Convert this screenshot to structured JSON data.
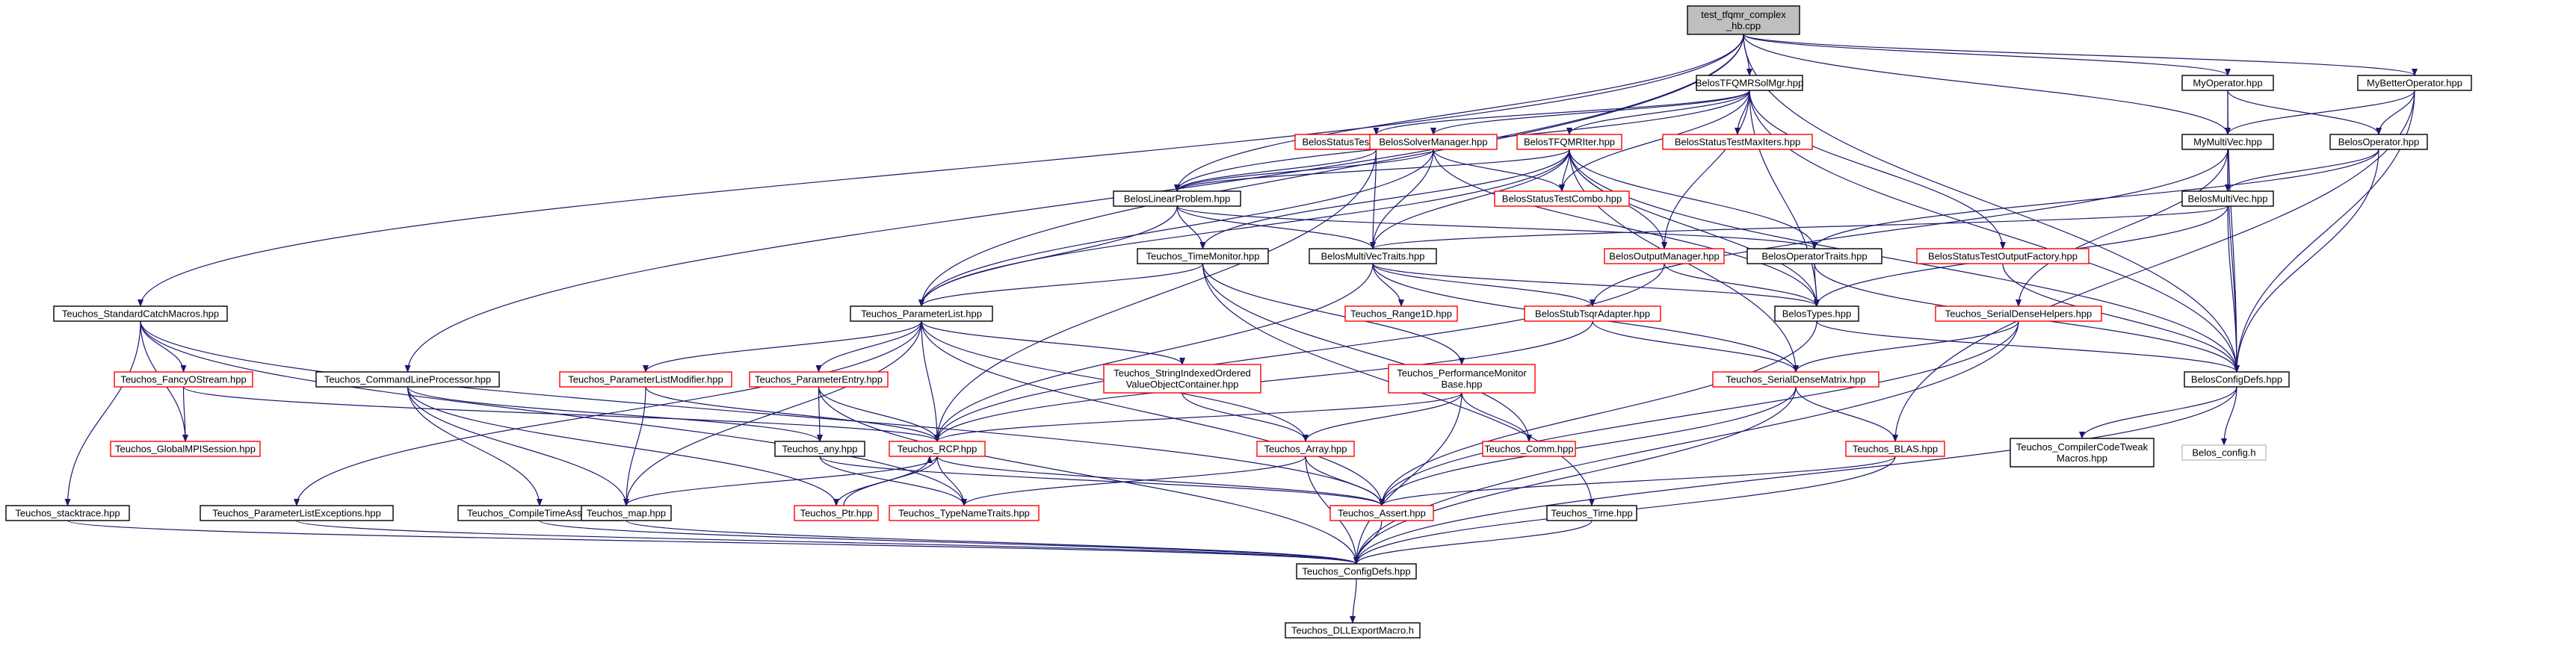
{
  "colors": {
    "edge": "#191970",
    "normal_border": "#000000",
    "linked_border": "#ff0000",
    "external_border": "#bfbfbf",
    "root_fill": "#bfbfbf",
    "fill": "#ffffff"
  },
  "nodes": [
    {
      "id": "root",
      "lines": [
        "test_tfqmr_complex",
        "_hb.cpp"
      ],
      "kind": "root"
    },
    {
      "id": "solmgr",
      "lines": [
        "BelosTFQMRSolMgr.hpp"
      ],
      "kind": "normal"
    },
    {
      "id": "myop",
      "lines": [
        "MyOperator.hpp"
      ],
      "kind": "normal"
    },
    {
      "id": "mybetter",
      "lines": [
        "MyBetterOperator.hpp"
      ],
      "kind": "normal"
    },
    {
      "id": "genres",
      "lines": [
        "BelosStatusTestGenResNorm.hpp"
      ],
      "kind": "linked"
    },
    {
      "id": "solvermgr",
      "lines": [
        "BelosSolverManager.hpp"
      ],
      "kind": "linked"
    },
    {
      "id": "tfqmriter",
      "lines": [
        "BelosTFQMRIter.hpp"
      ],
      "kind": "linked"
    },
    {
      "id": "maxiters",
      "lines": [
        "BelosStatusTestMaxIters.hpp"
      ],
      "kind": "linked"
    },
    {
      "id": "mymultivec",
      "lines": [
        "MyMultiVec.hpp"
      ],
      "kind": "normal"
    },
    {
      "id": "belosop",
      "lines": [
        "BelosOperator.hpp"
      ],
      "kind": "normal"
    },
    {
      "id": "linprob",
      "lines": [
        "BelosLinearProblem.hpp"
      ],
      "kind": "normal"
    },
    {
      "id": "combo",
      "lines": [
        "BelosStatusTestCombo.hpp"
      ],
      "kind": "linked"
    },
    {
      "id": "belosmv",
      "lines": [
        "BelosMultiVec.hpp"
      ],
      "kind": "normal"
    },
    {
      "id": "timemon",
      "lines": [
        "Teuchos_TimeMonitor.hpp"
      ],
      "kind": "normal"
    },
    {
      "id": "mvtraits",
      "lines": [
        "BelosMultiVecTraits.hpp"
      ],
      "kind": "normal"
    },
    {
      "id": "outmgr",
      "lines": [
        "BelosOutputManager.hpp"
      ],
      "kind": "linked"
    },
    {
      "id": "optraits",
      "lines": [
        "BelosOperatorTraits.hpp"
      ],
      "kind": "normal"
    },
    {
      "id": "outfactory",
      "lines": [
        "BelosStatusTestOutputFactory.hpp"
      ],
      "kind": "linked"
    },
    {
      "id": "stdcatch",
      "lines": [
        "Teuchos_StandardCatchMacros.hpp"
      ],
      "kind": "normal"
    },
    {
      "id": "paramlist",
      "lines": [
        "Teuchos_ParameterList.hpp"
      ],
      "kind": "normal"
    },
    {
      "id": "range1d",
      "lines": [
        "Teuchos_Range1D.hpp"
      ],
      "kind": "linked"
    },
    {
      "id": "stubtsqr",
      "lines": [
        "BelosStubTsqrAdapter.hpp"
      ],
      "kind": "linked"
    },
    {
      "id": "belostypes",
      "lines": [
        "BelosTypes.hpp"
      ],
      "kind": "normal"
    },
    {
      "id": "sdhelpers",
      "lines": [
        "Teuchos_SerialDenseHelpers.hpp"
      ],
      "kind": "linked"
    },
    {
      "id": "fancy",
      "lines": [
        "Teuchos_FancyOStream.hpp"
      ],
      "kind": "linked"
    },
    {
      "id": "cmdline",
      "lines": [
        "Teuchos_CommandLineProcessor.hpp"
      ],
      "kind": "normal"
    },
    {
      "id": "plmod",
      "lines": [
        "Teuchos_ParameterListModifier.hpp"
      ],
      "kind": "linked"
    },
    {
      "id": "pentry",
      "lines": [
        "Teuchos_ParameterEntry.hpp"
      ],
      "kind": "linked"
    },
    {
      "id": "strindexed",
      "lines": [
        "Teuchos_StringIndexedOrdered",
        "ValueObjectContainer.hpp"
      ],
      "kind": "linked"
    },
    {
      "id": "perfmon",
      "lines": [
        "Teuchos_PerformanceMonitor",
        "Base.hpp"
      ],
      "kind": "linked"
    },
    {
      "id": "sdmatrix",
      "lines": [
        "Teuchos_SerialDenseMatrix.hpp"
      ],
      "kind": "linked"
    },
    {
      "id": "belosconfig",
      "lines": [
        "BelosConfigDefs.hpp"
      ],
      "kind": "normal"
    },
    {
      "id": "globalmpi",
      "lines": [
        "Teuchos_GlobalMPISession.hpp"
      ],
      "kind": "linked"
    },
    {
      "id": "anyhpp",
      "lines": [
        "Teuchos_any.hpp"
      ],
      "kind": "normal"
    },
    {
      "id": "rcp",
      "lines": [
        "Teuchos_RCP.hpp"
      ],
      "kind": "linked"
    },
    {
      "id": "array",
      "lines": [
        "Teuchos_Array.hpp"
      ],
      "kind": "linked"
    },
    {
      "id": "comm",
      "lines": [
        "Teuchos_Comm.hpp"
      ],
      "kind": "linked"
    },
    {
      "id": "blas",
      "lines": [
        "Teuchos_BLAS.hpp"
      ],
      "kind": "linked"
    },
    {
      "id": "cctweak",
      "lines": [
        "Teuchos_CompilerCodeTweak",
        "Macros.hpp"
      ],
      "kind": "normal"
    },
    {
      "id": "belosconfigh",
      "lines": [
        "Belos_config.h"
      ],
      "kind": "external"
    },
    {
      "id": "stacktrace",
      "lines": [
        "Teuchos_stacktrace.hpp"
      ],
      "kind": "normal"
    },
    {
      "id": "plexc",
      "lines": [
        "Teuchos_ParameterListExceptions.hpp"
      ],
      "kind": "normal"
    },
    {
      "id": "ctassert",
      "lines": [
        "Teuchos_CompileTimeAssert.hpp"
      ],
      "kind": "normal"
    },
    {
      "id": "maphpp",
      "lines": [
        "Teuchos_map.hpp"
      ],
      "kind": "normal"
    },
    {
      "id": "ptr",
      "lines": [
        "Teuchos_Ptr.hpp"
      ],
      "kind": "linked"
    },
    {
      "id": "typename",
      "lines": [
        "Teuchos_TypeNameTraits.hpp"
      ],
      "kind": "linked"
    },
    {
      "id": "assert",
      "lines": [
        "Teuchos_Assert.hpp"
      ],
      "kind": "linked"
    },
    {
      "id": "time",
      "lines": [
        "Teuchos_Time.hpp"
      ],
      "kind": "normal"
    },
    {
      "id": "tconfig",
      "lines": [
        "Teuchos_ConfigDefs.hpp"
      ],
      "kind": "normal"
    },
    {
      "id": "dllexport",
      "lines": [
        "Teuchos_DLLExportMacro.h"
      ],
      "kind": "normal"
    }
  ],
  "edges": [
    [
      "root",
      "solmgr"
    ],
    [
      "root",
      "myop"
    ],
    [
      "root",
      "mybetter"
    ],
    [
      "root",
      "linprob"
    ],
    [
      "root",
      "paramlist"
    ],
    [
      "root",
      "stdcatch"
    ],
    [
      "root",
      "cmdline"
    ],
    [
      "root",
      "mymultivec"
    ],
    [
      "root",
      "belosconfig"
    ],
    [
      "solmgr",
      "genres"
    ],
    [
      "solmgr",
      "solvermgr"
    ],
    [
      "solmgr",
      "tfqmriter"
    ],
    [
      "solmgr",
      "maxiters"
    ],
    [
      "solmgr",
      "linprob"
    ],
    [
      "solmgr",
      "combo"
    ],
    [
      "solmgr",
      "outfactory"
    ],
    [
      "solmgr",
      "outmgr"
    ],
    [
      "solmgr",
      "belostypes"
    ],
    [
      "solmgr",
      "belosconfig"
    ],
    [
      "myop",
      "mymultivec"
    ],
    [
      "myop",
      "belosop"
    ],
    [
      "myop",
      "belosconfig"
    ],
    [
      "mybetter",
      "mymultivec"
    ],
    [
      "mybetter",
      "belosop"
    ],
    [
      "mybetter",
      "belosconfig"
    ],
    [
      "mybetter",
      "blas"
    ],
    [
      "genres",
      "linprob"
    ],
    [
      "genres",
      "mvtraits"
    ],
    [
      "genres",
      "rcp"
    ],
    [
      "solvermgr",
      "linprob"
    ],
    [
      "solvermgr",
      "combo"
    ],
    [
      "solvermgr",
      "paramlist"
    ],
    [
      "solvermgr",
      "belostypes"
    ],
    [
      "solvermgr",
      "mvtraits"
    ],
    [
      "tfqmriter",
      "linprob"
    ],
    [
      "tfqmriter",
      "combo"
    ],
    [
      "tfqmriter",
      "mvtraits"
    ],
    [
      "tfqmriter",
      "outmgr"
    ],
    [
      "tfqmriter",
      "optraits"
    ],
    [
      "tfqmriter",
      "paramlist"
    ],
    [
      "tfqmriter",
      "timemon"
    ],
    [
      "tfqmriter",
      "belostypes"
    ],
    [
      "tfqmriter",
      "sdmatrix"
    ],
    [
      "tfqmriter",
      "belosconfig"
    ],
    [
      "mymultivec",
      "belosmv"
    ],
    [
      "mymultivec",
      "sdhelpers"
    ],
    [
      "mymultivec",
      "belosconfig"
    ],
    [
      "mymultivec",
      "stubtsqr"
    ],
    [
      "belosop",
      "belosmv"
    ],
    [
      "belosop",
      "optraits"
    ],
    [
      "belosop",
      "belosconfig"
    ],
    [
      "linprob",
      "mvtraits"
    ],
    [
      "linprob",
      "optraits"
    ],
    [
      "linprob",
      "timemon"
    ],
    [
      "linprob",
      "paramlist"
    ],
    [
      "belosmv",
      "mvtraits"
    ],
    [
      "belosmv",
      "belostypes"
    ],
    [
      "belosmv",
      "belosconfig"
    ],
    [
      "timemon",
      "paramlist"
    ],
    [
      "timemon",
      "perfmon"
    ],
    [
      "timemon",
      "time"
    ],
    [
      "timemon",
      "comm"
    ],
    [
      "mvtraits",
      "belostypes"
    ],
    [
      "mvtraits",
      "range1d"
    ],
    [
      "mvtraits",
      "stubtsqr"
    ],
    [
      "mvtraits",
      "sdmatrix"
    ],
    [
      "mvtraits",
      "rcp"
    ],
    [
      "outmgr",
      "belostypes"
    ],
    [
      "outmgr",
      "rcp"
    ],
    [
      "optraits",
      "belostypes"
    ],
    [
      "optraits",
      "belosconfig"
    ],
    [
      "outfactory",
      "belosconfig"
    ],
    [
      "stdcatch",
      "fancy"
    ],
    [
      "stdcatch",
      "globalmpi"
    ],
    [
      "stdcatch",
      "stacktrace"
    ],
    [
      "stdcatch",
      "typename"
    ],
    [
      "stdcatch",
      "assert"
    ],
    [
      "paramlist",
      "plmod"
    ],
    [
      "paramlist",
      "pentry"
    ],
    [
      "paramlist",
      "strindexed"
    ],
    [
      "paramlist",
      "rcp"
    ],
    [
      "paramlist",
      "array"
    ],
    [
      "paramlist",
      "plexc"
    ],
    [
      "paramlist",
      "maphpp"
    ],
    [
      "paramlist",
      "assert"
    ],
    [
      "belostypes",
      "belosconfig"
    ],
    [
      "belostypes",
      "assert"
    ],
    [
      "sdhelpers",
      "sdmatrix"
    ],
    [
      "sdhelpers",
      "tconfig"
    ],
    [
      "sdhelpers",
      "assert"
    ],
    [
      "stubtsqr",
      "sdmatrix"
    ],
    [
      "stubtsqr",
      "rcp"
    ],
    [
      "fancy",
      "globalmpi"
    ],
    [
      "fancy",
      "rcp"
    ],
    [
      "cmdline",
      "maphpp"
    ],
    [
      "cmdline",
      "ctassert"
    ],
    [
      "cmdline",
      "anyhpp"
    ],
    [
      "cmdline",
      "ptr"
    ],
    [
      "plmod",
      "rcp"
    ],
    [
      "plmod",
      "maphpp"
    ],
    [
      "pentry",
      "anyhpp"
    ],
    [
      "pentry",
      "rcp"
    ],
    [
      "pentry",
      "tconfig"
    ],
    [
      "strindexed",
      "array"
    ],
    [
      "perfmon",
      "array"
    ],
    [
      "perfmon",
      "comm"
    ],
    [
      "perfmon",
      "rcp"
    ],
    [
      "perfmon",
      "tconfig"
    ],
    [
      "sdmatrix",
      "blas"
    ],
    [
      "sdmatrix",
      "assert"
    ],
    [
      "sdmatrix",
      "tconfig"
    ],
    [
      "belosconfig",
      "cctweak"
    ],
    [
      "belosconfig",
      "belosconfigh"
    ],
    [
      "belosconfig",
      "tconfig"
    ],
    [
      "anyhpp",
      "typename"
    ],
    [
      "anyhpp",
      "assert"
    ],
    [
      "rcp",
      "ptr"
    ],
    [
      "rcp",
      "typename"
    ],
    [
      "rcp",
      "assert"
    ],
    [
      "rcp",
      "maphpp"
    ],
    [
      "array",
      "assert"
    ],
    [
      "array",
      "typename"
    ],
    [
      "array",
      "tconfig"
    ],
    [
      "blas",
      "assert"
    ],
    [
      "blas",
      "tconfig"
    ],
    [
      "ptr",
      "rcp"
    ],
    [
      "stacktrace",
      "tconfig"
    ],
    [
      "plexc",
      "tconfig"
    ],
    [
      "ctassert",
      "tconfig"
    ],
    [
      "maphpp",
      "tconfig"
    ],
    [
      "assert",
      "tconfig"
    ],
    [
      "time",
      "tconfig"
    ],
    [
      "tconfig",
      "dllexport"
    ]
  ]
}
